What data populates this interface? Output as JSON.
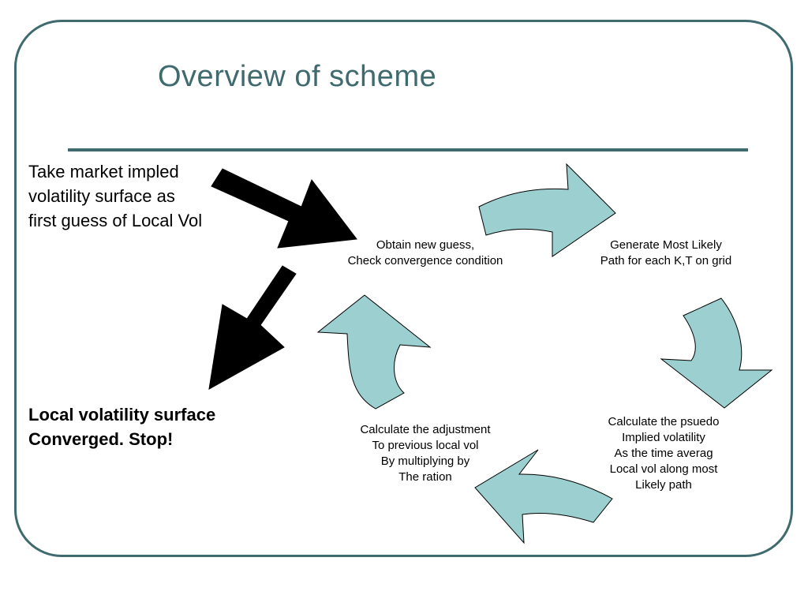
{
  "slide": {
    "title": "Overview of scheme",
    "colors": {
      "frame": "#3f6b6e",
      "arrow_fill": "#9ccfcf",
      "arrow_stroke": "#000000"
    }
  },
  "notes": {
    "start": "Take market impled\nvolatility surface as\nfirst guess of Local Vol",
    "stop": "Local volatility surface\nConverged. Stop!"
  },
  "steps": {
    "obtain": "Obtain new guess,\nCheck convergence condition",
    "generate": "Generate Most Likely\nPath for each K,T on grid",
    "pseudo": "Calculate the psuedo\nImplied volatility\nAs the time averag\nLocal vol along most\nLikely path",
    "adjust": "Calculate the adjustment\nTo previous local vol\nBy multiplying by\nThe ration"
  }
}
